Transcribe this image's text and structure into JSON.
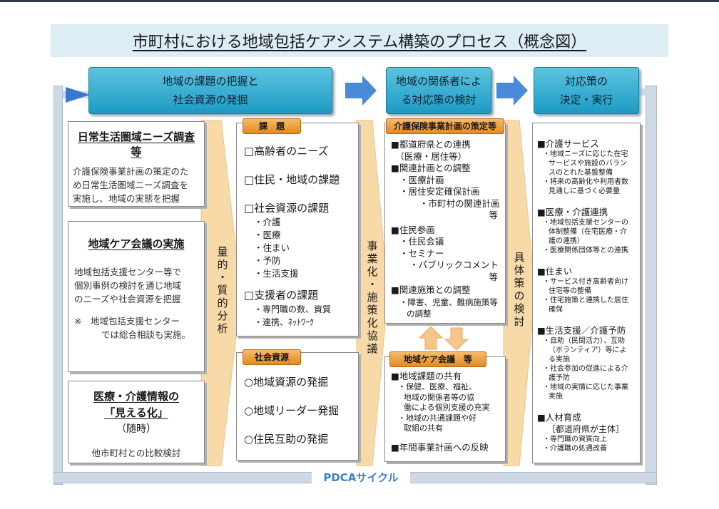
{
  "title": "市町村における地域包括ケアシステム構築のプロセス（概念図）",
  "headers": {
    "h1_line1": "地域の課題の把握と",
    "h1_line2": "社会資源の発掘",
    "h2_line1": "地域の関係者によ",
    "h2_line2": "る対応策の検討",
    "h3_line1": "対応策の",
    "h3_line2": "決定・実行"
  },
  "left": {
    "survey_title_1": "日常生活圏域ニーズ調査",
    "survey_title_2": "等",
    "survey_body": [
      "介護保険事業計画の策定のた",
      "め日常生活圏域ニーズ調査を",
      "実施し、地域の実態を把握"
    ],
    "meeting_title": "地域ケア会議の実施",
    "meeting_body": [
      "地域包括支援センター等で",
      "個別事例の検討を通じ地域",
      "のニーズや社会資源を把握"
    ],
    "meeting_note_1": "※　地域包括支援センター",
    "meeting_note_2": "では総合相談も実施。",
    "info_title_1": "医療・介護情報の",
    "info_title_2": "「見える化」",
    "info_sub": "（随時）",
    "info_body": "他市町村との比較検討"
  },
  "arrow_labels": {
    "analysis": [
      "量",
      "的",
      "・",
      "質",
      "的",
      "分",
      "析"
    ],
    "policy": [
      "事",
      "業",
      "化",
      "・",
      "施",
      "策",
      "化",
      "協",
      "議"
    ],
    "review": [
      "具",
      "体",
      "策",
      "の",
      "検",
      "討"
    ]
  },
  "issues": {
    "tag": "課　題",
    "item1": "□高齢者のニーズ",
    "item2": "□住民・地域の課題",
    "item3": "□社会資源の課題",
    "item3_sub": [
      "・介護",
      "・医療",
      "・住まい",
      "・予防",
      "・生活支援"
    ],
    "item4": "□支援者の課題",
    "item4_sub": [
      "・専門職の数、資質",
      "・連携、ﾈｯﾄﾜｰｸ"
    ]
  },
  "resources": {
    "tag": "社会資源",
    "items": [
      "○地域資源の発掘",
      "○地域リーダー発掘",
      "○住民互助の発掘"
    ]
  },
  "plan": {
    "tag": "介護保険事業計画の策定等",
    "lines": [
      "■都道府県との連携",
      "　（医療・居住等）",
      "■関連計画との調整",
      "・医療計画",
      "・居住安定確保計画",
      "・市町村の関連計画",
      "等",
      "■住民参画",
      "・住民会議",
      "・セミナー",
      "・パブリックコメント",
      "等",
      "■関連施策との調整",
      "・障害、児童、難病施策等",
      "の調整"
    ]
  },
  "care_meeting": {
    "tag": "地域ケア会議　等",
    "h1": "■地域課題の共有",
    "sub": [
      "・保健、医療、福祉、",
      "地域の関係者等の協",
      "働による個別支援の充実",
      "・地域の共通課題や好",
      "取組の共有"
    ],
    "h2": "■年間事業計画への反映"
  },
  "actions": {
    "s1": "■介護サービス",
    "s1_sub": [
      "・地域ニーズに応じた在宅",
      "サービスや施設のバラン",
      "スのとれた基盤整備",
      "・将来の高齢化や利用者数",
      "見通しに基づく必要量"
    ],
    "s2": "■医療・介護連携",
    "s2_sub": [
      "・地域包括支援センターの",
      "体制整備（在宅医療・介",
      "護の連携）",
      "・医療関係団体等との連携"
    ],
    "s3": "■住まい",
    "s3_sub": [
      "・サービス付き高齢者向け",
      "住宅等の整備",
      "・住宅施策と連携した居住",
      "確保"
    ],
    "s4": "■生活支援／介護予防",
    "s4_sub": [
      "・自助（民間活力）、互助",
      "（ボランティア）等によ",
      "る実施",
      "・社会参加の促進による介",
      "護予防",
      "・地域の実情に応じた事業",
      "実施"
    ],
    "s5": "■人材育成",
    "s5_note": "［都道府県が主体］",
    "s5_sub": [
      "・専門職の資質向上",
      "・介護職の処遇改善"
    ]
  },
  "cycle_label": "PDCAサイクル",
  "colors": {
    "header": "#1d9bc4",
    "orange": "#e48a22",
    "arrow_blue": "#4a8ad8",
    "frame": "#cfd9e6",
    "band_peach": "#f8d9a8"
  }
}
